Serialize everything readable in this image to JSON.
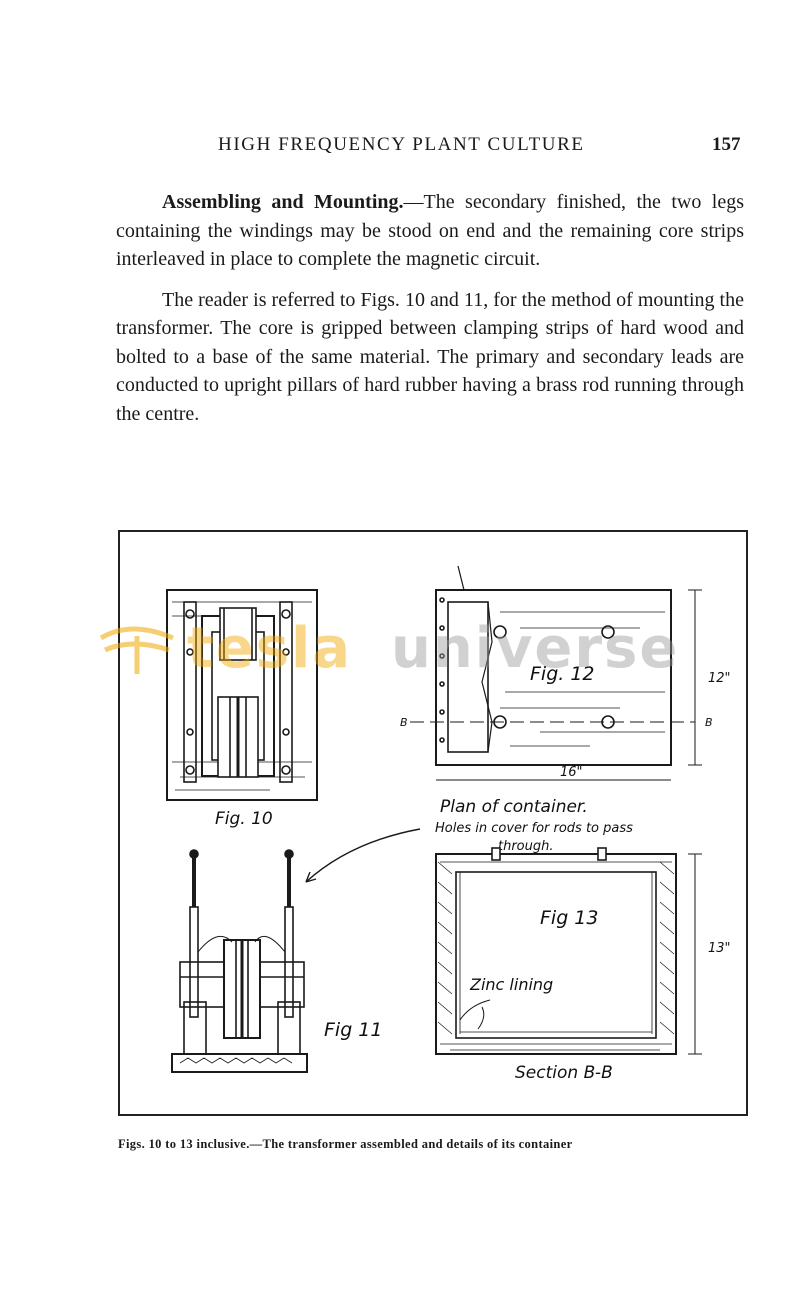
{
  "header": {
    "running_title": "HIGH FREQUENCY PLANT CULTURE",
    "page_number": "157"
  },
  "body": {
    "p1_run_in": "Assembling and Mounting.",
    "p1_text": "—The secondary finished, the two legs containing the windings may be stood on end and the remaining core strips interleaved in place to com­plete the magnetic circuit.",
    "p2_text": "The reader is referred to Figs. 10 and 11, for the method of mounting the transformer. The core is gripped between clamping strips of hard wood and bolted to a base of the same material. The primary and secondary leads are con­ducted to upright pillars of hard rubber having a brass rod running through the centre."
  },
  "figure": {
    "fig10_label": "Fig. 10",
    "fig11_label": "Fig 11",
    "fig12_label": "Fig. 12",
    "fig13_label": "Fig 13",
    "plan_label": "Plan of container.",
    "holes_note_line1": "Holes in cover for rods to pass",
    "holes_note_line2": "through.",
    "zinc_label": "Zinc lining",
    "section_label": "Section B-B",
    "dim_width": "16\"",
    "dim_height_plan": "12\"",
    "dim_height_section": "13\"",
    "section_mark": "B"
  },
  "caption": "Figs. 10 to 13 inclusive.—The transformer assembled and details of its container",
  "watermark": {
    "word1": "tesla",
    "word2": "universe"
  },
  "colors": {
    "ink": "#1a1a1a",
    "watermark_gold": "#f0a800",
    "watermark_gray": "#9a9a9a"
  }
}
